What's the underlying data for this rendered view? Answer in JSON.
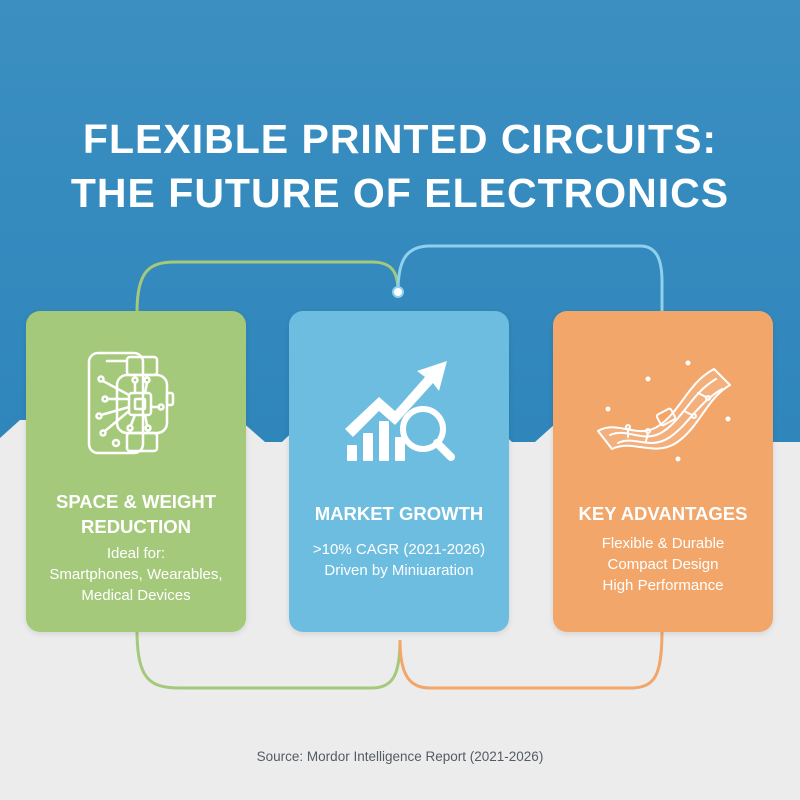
{
  "title": {
    "line1": "FLEXIBLE PRINTED CIRCUITS:",
    "line2": "THE FUTURE OF ELECTRONICS"
  },
  "colors": {
    "top_background": "#3a8fc0",
    "bottom_background": "#ececed",
    "card_green": "#a5c97a",
    "card_blue": "#6cbde0",
    "card_orange": "#f2a66a"
  },
  "cards": [
    {
      "icon": "smartphone-smartwatch-chip-icon",
      "heading_line1": "SPACE & WEIGHT",
      "heading_line2": "REDUCTION",
      "lines": [
        "Ideal for:",
        "Smartphones, Wearables,",
        "Medical Devices"
      ]
    },
    {
      "icon": "growth-chart-magnifier-icon",
      "heading_line1": "MARKET GROWTH",
      "heading_line2": "",
      "lines": [
        ">10% CAGR (2021-2026)",
        "Driven by Miniuaration"
      ]
    },
    {
      "icon": "flexible-circuit-board-icon",
      "heading_line1": "KEY ADVANTAGES",
      "heading_line2": "",
      "lines": [
        "Flexible & Durable",
        "Compact Design",
        "High Performance"
      ]
    }
  ],
  "source": "Source: Mordor Intelligence Report (2021-2026)"
}
